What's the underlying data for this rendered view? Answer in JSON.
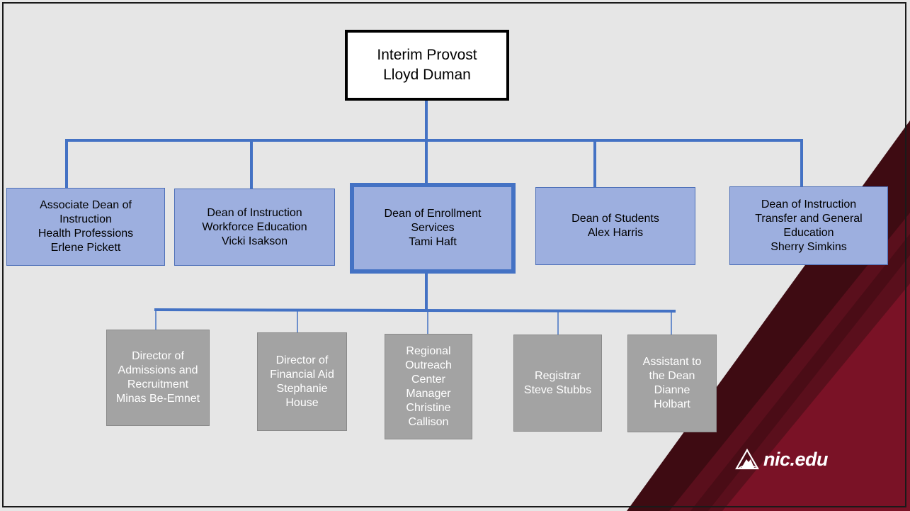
{
  "top": {
    "lines": [
      "Interim Provost",
      "Lloyd Duman"
    ]
  },
  "deans": [
    {
      "lines": [
        "Associate Dean of",
        "Instruction",
        "Health Professions",
        "Erlene Pickett"
      ]
    },
    {
      "lines": [
        "Dean of Instruction",
        "Workforce Education",
        "Vicki Isakson"
      ]
    },
    {
      "lines": [
        "Dean of Enrollment",
        "Services",
        "Tami Haft"
      ]
    },
    {
      "lines": [
        "Dean of Students",
        "Alex Harris"
      ]
    },
    {
      "lines": [
        "Dean of Instruction",
        "Transfer and General",
        "Education",
        "Sherry Simkins"
      ]
    }
  ],
  "reports": [
    {
      "lines": [
        "Director of",
        "Admissions and",
        "Recruitment",
        "Minas Be-Emnet"
      ]
    },
    {
      "lines": [
        "Director of",
        "Financial Aid",
        "Stephanie",
        "House"
      ]
    },
    {
      "lines": [
        "Regional",
        "Outreach",
        "Center",
        "Manager",
        "Christine",
        "Callison"
      ]
    },
    {
      "lines": [
        "Registrar",
        "Steve Stubbs"
      ]
    },
    {
      "lines": [
        "Assistant to",
        "the Dean",
        "Dianne",
        "Holbart"
      ]
    }
  ],
  "logo": {
    "text": "nic.edu",
    "icon": "mountain-triangle-logo-icon"
  },
  "colors": {
    "background": "#e6e6e6",
    "connector": "#4472c4",
    "dean_box": "#9dafdf",
    "report_box": "#a3a3a3",
    "accent_maroon": "#7a1226"
  }
}
